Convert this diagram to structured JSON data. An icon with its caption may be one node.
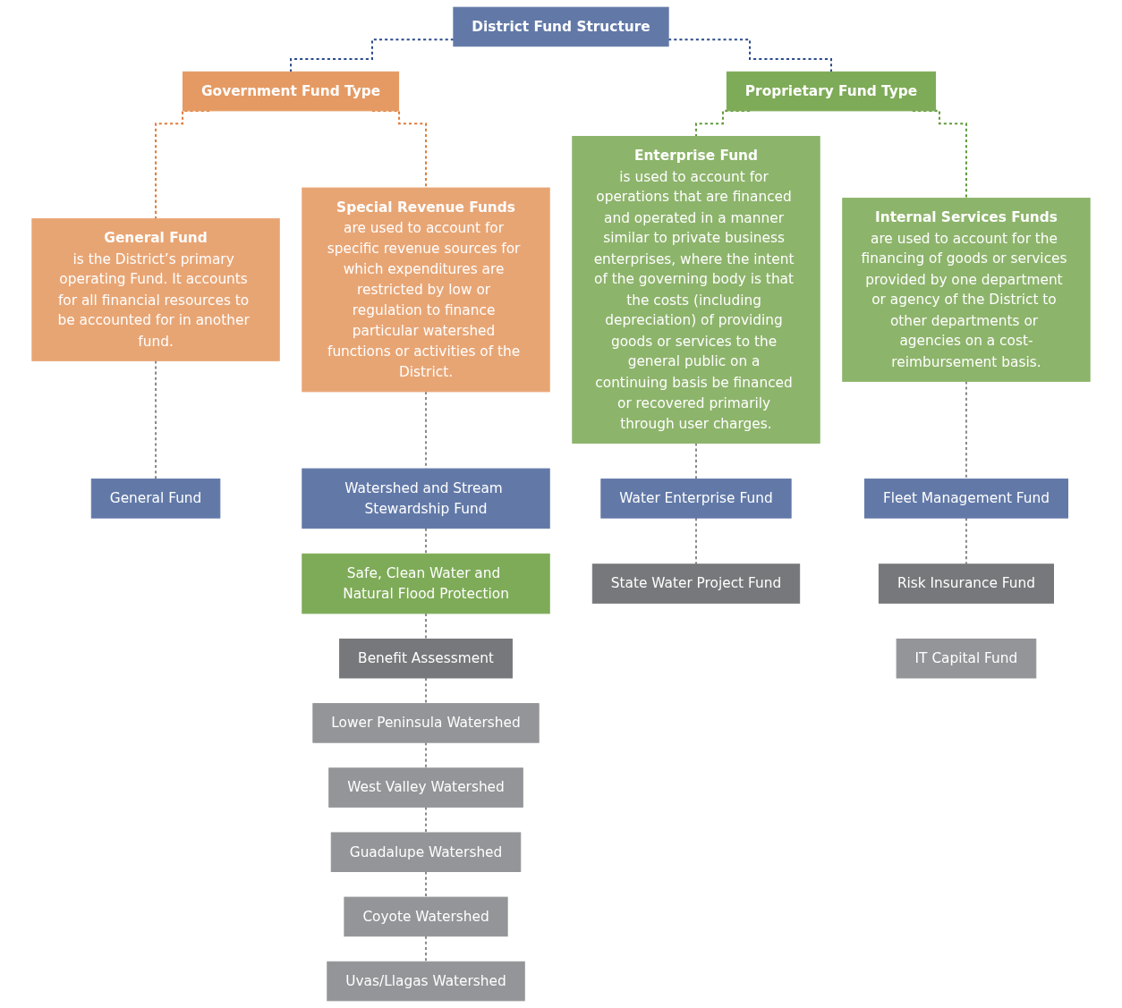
{
  "diagram": {
    "nodes": [
      {
        "text": [
          "District Fund Structure"
        ]
      },
      {
        "text": [
          "Government Fund Type"
        ]
      },
      {
        "text": [
          "Proprietary Fund Type"
        ]
      },
      {
        "text": [
          "General Fund",
          "is the District’s primary operating Fund. It accounts for all financial resources to be accounted for in another fund."
        ]
      },
      {
        "text": [
          "Special Revenue Funds",
          "are used to account for specific revenue sources for which expenditures are restricted by low or regulation to finance particular watershed functions or activities of the District."
        ]
      },
      {
        "text": [
          "Enterprise Fund",
          "is used to account for operations that are financed and operated in a manner similar to private business enterprises, where the intent of the governing body is that the costs (including depreciation) of providing goods or services to the general public on a continuing basis be financed or recovered primarily through user charges."
        ]
      },
      {
        "text": [
          "Internal Services Funds",
          "are used to account for the financing of goods or services provided by one department or agency of the District to other departments or agencies on a cost-reimbursement basis."
        ]
      },
      {
        "text": [
          "General Fund"
        ]
      },
      {
        "text": [
          "Watershed and Stream Stewardship Fund"
        ]
      },
      {
        "text": [
          "Safe, Clean Water and Natural Flood Protection"
        ]
      },
      {
        "text": [
          "Benefit Assessment"
        ]
      },
      {
        "text": [
          "Lower Peninsula Watershed"
        ]
      },
      {
        "text": [
          "West Valley Watershed"
        ]
      },
      {
        "text": [
          "Guadalupe Watershed"
        ]
      },
      {
        "text": [
          "Coyote Watershed"
        ]
      },
      {
        "text": [
          "Uvas/Llagas Watershed"
        ]
      },
      {
        "text": [
          "Water Enterprise Fund"
        ]
      },
      {
        "text": [
          "State Water Project Fund"
        ]
      },
      {
        "text": [
          "Fleet Management Fund"
        ]
      },
      {
        "text": [
          "Risk Insurance Fund"
        ]
      },
      {
        "text": [
          "IT Capital Fund"
        ]
      }
    ],
    "edges": [
      {
        "from": 0,
        "to": 1,
        "arrow": "none",
        "style": "dashed",
        "color": "#2b4a8a"
      },
      {
        "from": 0,
        "to": 2,
        "arrow": "none",
        "style": "dashed",
        "color": "#2b4a8a"
      },
      {
        "from": 1,
        "to": 3,
        "arrow": "none",
        "style": "dashed",
        "color": "#e07b39"
      },
      {
        "from": 1,
        "to": 4,
        "arrow": "none",
        "style": "dashed",
        "color": "#e07b39"
      },
      {
        "from": 2,
        "to": 5,
        "arrow": "none",
        "style": "dashed",
        "color": "#5f9a3a"
      },
      {
        "from": 2,
        "to": 6,
        "arrow": "none",
        "style": "dashed",
        "color": "#5f9a3a"
      },
      {
        "from": 3,
        "to": 7,
        "arrow": "none",
        "style": "dashed"
      },
      {
        "from": 4,
        "to": 8,
        "arrow": "none",
        "style": "dashed"
      },
      {
        "from": 8,
        "to": 9,
        "arrow": "none",
        "style": "dashed"
      },
      {
        "from": 9,
        "to": 10,
        "arrow": "none",
        "style": "dashed"
      },
      {
        "from": 10,
        "to": 11,
        "arrow": "none",
        "style": "dashed"
      },
      {
        "from": 11,
        "to": 12,
        "arrow": "none",
        "style": "dashed"
      },
      {
        "from": 12,
        "to": 13,
        "arrow": "none",
        "style": "dashed"
      },
      {
        "from": 13,
        "to": 14,
        "arrow": "none",
        "style": "dashed"
      },
      {
        "from": 14,
        "to": 15,
        "arrow": "none",
        "style": "dashed"
      },
      {
        "from": 5,
        "to": 16,
        "arrow": "none",
        "style": "dashed"
      },
      {
        "from": 16,
        "to": 17,
        "arrow": "none",
        "style": "dashed"
      },
      {
        "from": 6,
        "to": 18,
        "arrow": "none",
        "style": "dashed"
      },
      {
        "from": 18,
        "to": 19,
        "arrow": "none",
        "style": "dashed"
      }
    ]
  }
}
